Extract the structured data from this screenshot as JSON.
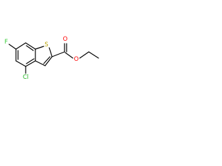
{
  "molecule": {
    "atoms": {
      "F": {
        "label": "F",
        "color": "#33cc33"
      },
      "S": {
        "label": "S",
        "color": "#b8a000"
      },
      "O1": {
        "label": "O",
        "color": "#ff0000"
      },
      "O2": {
        "label": "O",
        "color": "#ff0000"
      },
      "Cl": {
        "label": "Cl",
        "color": "#1fb31f"
      }
    }
  }
}
